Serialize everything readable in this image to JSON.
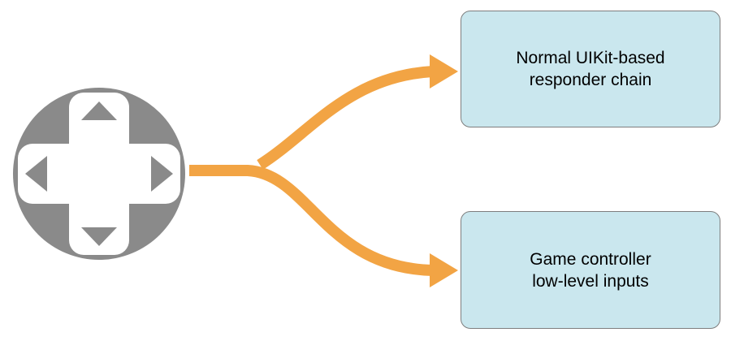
{
  "colors": {
    "arrow": "#f2a444",
    "dpad": "#8a8a8a",
    "box_fill": "#cae7ee",
    "box_border": "#7e7e7e",
    "text": "#000000",
    "background": "#ffffff"
  },
  "icons": {
    "dpad": "game-controller-dpad-icon"
  },
  "nodes": {
    "responder_chain": {
      "lines": [
        "Normal UIKit-based",
        "responder chain"
      ]
    },
    "low_level_inputs": {
      "lines": [
        "Game controller",
        "low-level inputs"
      ]
    }
  },
  "arrows": {
    "to_responder_chain": "dpad-to-responder-chain",
    "to_low_level_inputs": "dpad-to-low-level-inputs"
  }
}
